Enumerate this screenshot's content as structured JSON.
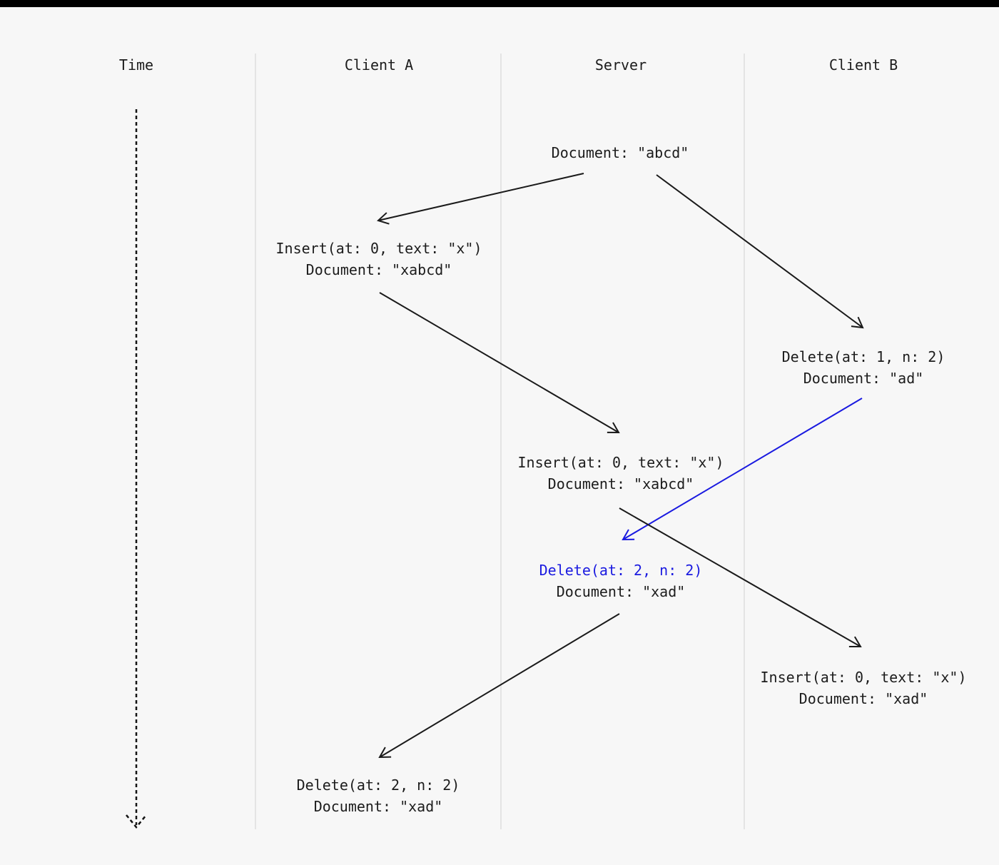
{
  "colors": {
    "background": "#f7f7f7",
    "top_bar": "#000000",
    "arrow_black": "#1a1a1a",
    "arrow_blue": "#1a1ae0",
    "lane_divider": "#e4e4e4",
    "text": "#1c1c1c"
  },
  "columns": [
    {
      "id": "time",
      "label": "Time"
    },
    {
      "id": "client-a",
      "label": "Client A"
    },
    {
      "id": "server",
      "label": "Server"
    },
    {
      "id": "client-b",
      "label": "Client B"
    }
  ],
  "nodes": {
    "doc_initial": {
      "lane": "server",
      "line1": "Document: \"abcd\""
    },
    "a_insert": {
      "lane": "client-a",
      "line1": "Insert(at: 0, text: \"x\")",
      "line2": "Document: \"xabcd\""
    },
    "b_delete": {
      "lane": "client-b",
      "line1": "Delete(at: 1, n: 2)",
      "line2": "Document: \"ad\""
    },
    "s_insert": {
      "lane": "server",
      "line1": "Insert(at: 0, text: \"x\")",
      "line2": "Document: \"xabcd\""
    },
    "s_delete": {
      "lane": "server",
      "line1": "Delete(at: 2, n: 2)",
      "line2": "Document: \"xad\"",
      "line1_color": "#1a1ae0"
    },
    "b_insert": {
      "lane": "client-b",
      "line1": "Insert(at: 0, text: \"x\")",
      "line2": "Document: \"xad\""
    },
    "a_delete": {
      "lane": "client-a",
      "line1": "Delete(at: 2, n: 2)",
      "line2": "Document: \"xad\""
    }
  },
  "arrows": [
    {
      "from": "doc_initial",
      "to": "a_insert",
      "color": "black"
    },
    {
      "from": "doc_initial",
      "to": "b_delete",
      "color": "black"
    },
    {
      "from": "a_insert",
      "to": "s_insert",
      "color": "black"
    },
    {
      "from": "b_delete",
      "to": "s_delete",
      "color": "blue"
    },
    {
      "from": "s_insert",
      "to": "b_insert",
      "color": "black"
    },
    {
      "from": "s_delete",
      "to": "a_delete",
      "color": "black"
    }
  ],
  "time_axis": {
    "label": "Time",
    "direction": "down",
    "style": "dashed"
  }
}
